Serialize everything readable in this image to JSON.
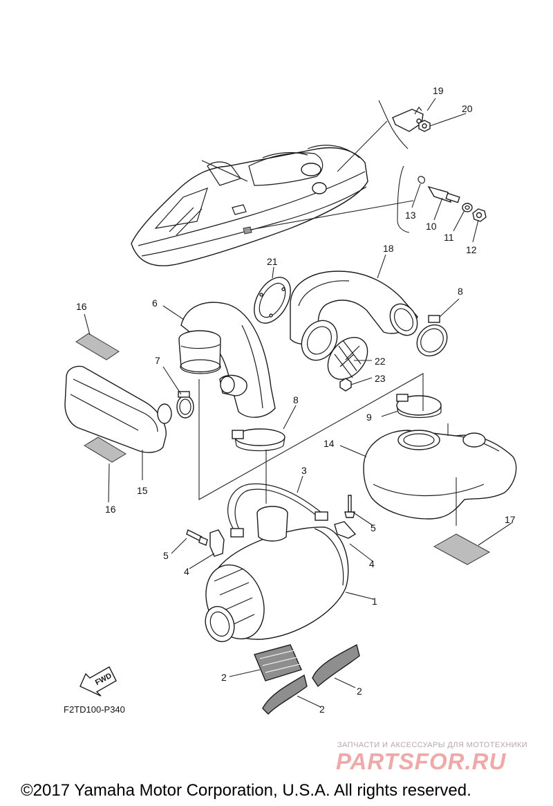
{
  "diagram": {
    "code": "F2TD100-P340",
    "fwd_label": "FWD",
    "callouts": [
      "19",
      "20",
      "13",
      "10",
      "11",
      "12",
      "18",
      "21",
      "8",
      "6",
      "16",
      "7",
      "22",
      "23",
      "9",
      "14",
      "8",
      "3",
      "15",
      "16",
      "5",
      "4",
      "5",
      "4",
      "1",
      "17",
      "2",
      "2",
      "2"
    ]
  },
  "watermark": {
    "tagline": "ЗАПЧАСТИ И АКСЕССУАРЫ ДЛЯ МОТОТЕХНИКИ",
    "site": "PARTSFOR.RU"
  },
  "footer": {
    "copyright": "©2017 Yamaha Motor Corporation, U.S.A. All rights reserved."
  }
}
